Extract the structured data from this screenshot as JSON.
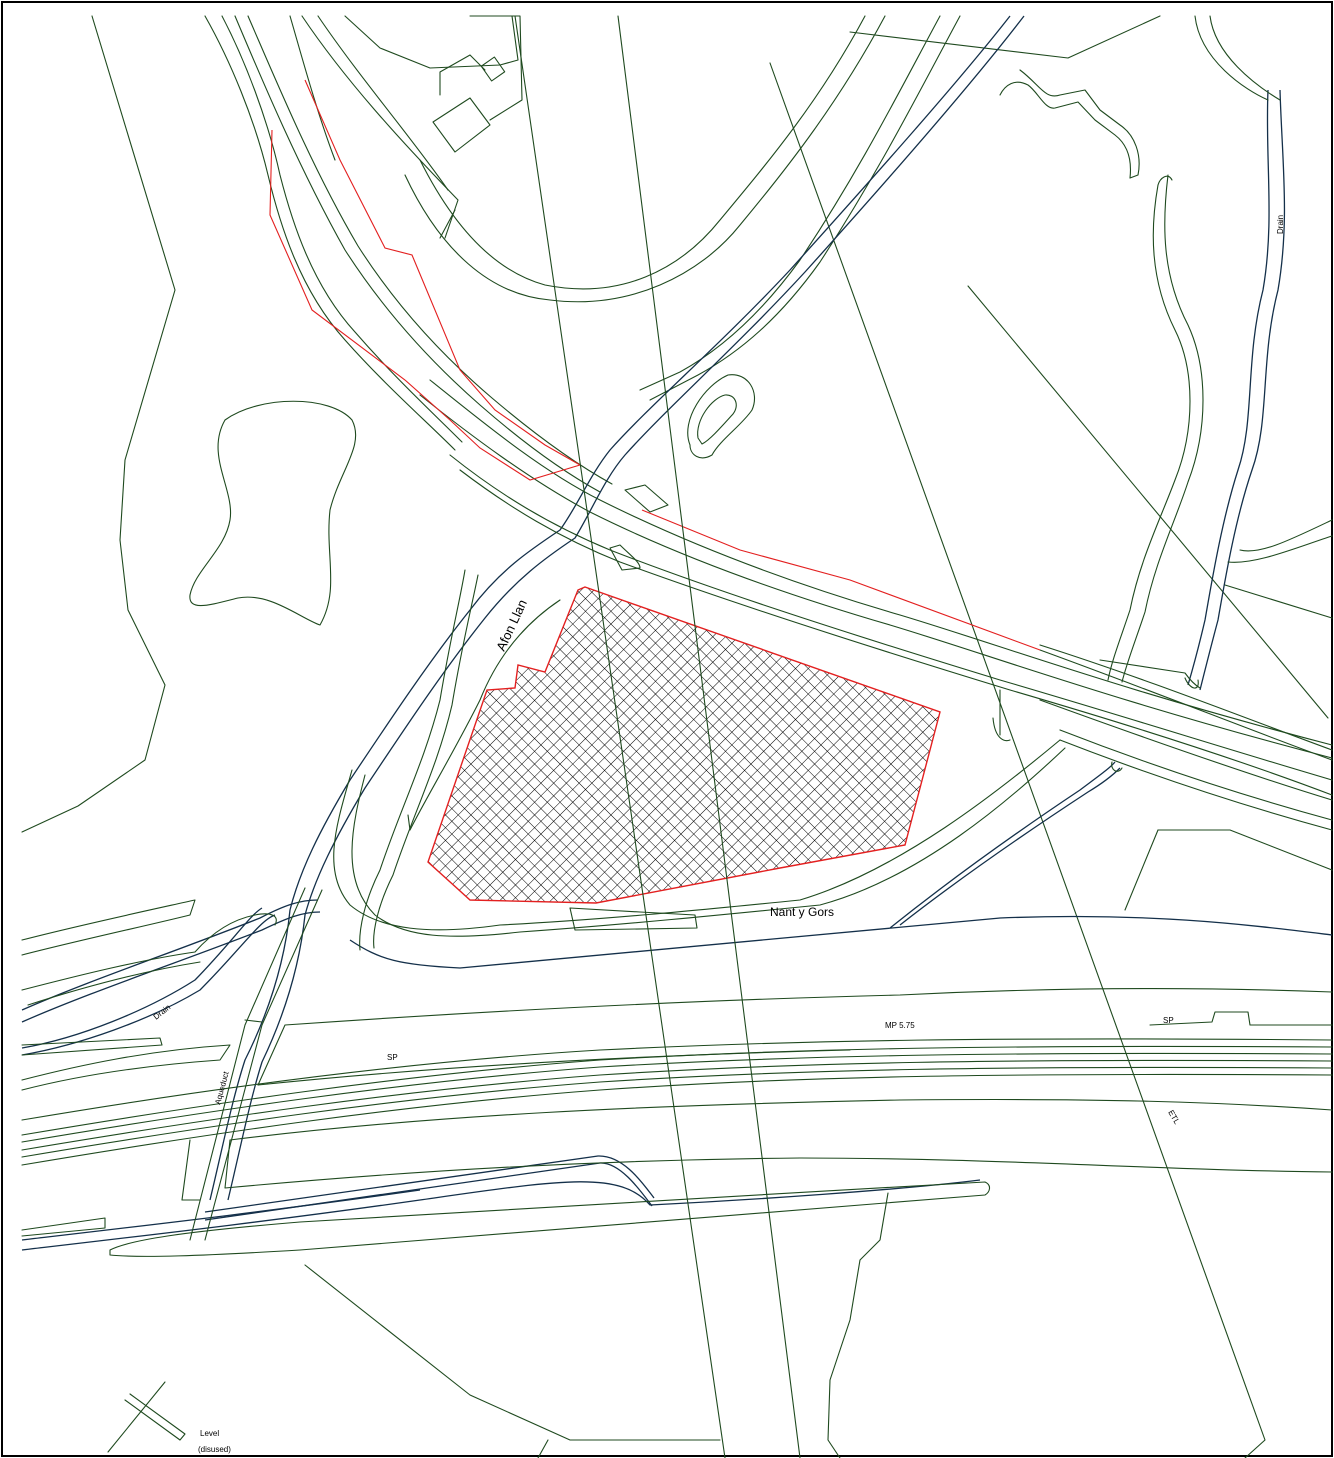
{
  "map": {
    "colors": {
      "feature_line": "#1f4a1f",
      "watercourse_line": "#14304a",
      "site_boundary": "#e32020",
      "hatch": "#000000",
      "background": "#ffffff"
    },
    "labels": {
      "river": "Afon Llan",
      "road": "Nant y Gors",
      "drain_west": "Drain",
      "drain_east": "Drain",
      "sp_west": "SP",
      "sp_east": "SP",
      "milepost": "MP 5.75",
      "etl": "ETL",
      "aqueduct": "Aqueduct",
      "level": "Level",
      "level_note": "(disused)"
    }
  }
}
